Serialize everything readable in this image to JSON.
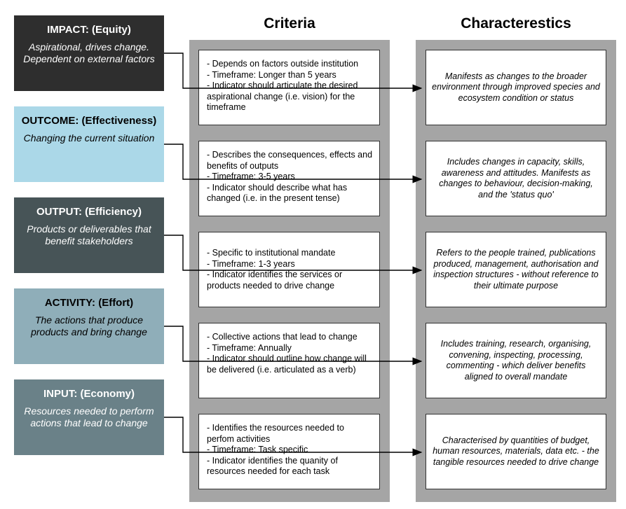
{
  "headers": {
    "criteria": "Criteria",
    "characteristics": "Characterestics"
  },
  "levels": [
    {
      "title": "IMPACT: (Equity)",
      "description": "Aspirational, drives change. Dependent on external factors",
      "color": "#2e2e2e",
      "criteria": [
        "- Depends on factors outside institution",
        "- Timeframe: Longer than 5 years",
        "- Indicator should articulate the desired aspirational change (i.e. vision) for the timeframe"
      ],
      "characteristics": "Manifests as changes to the broader environment through improved species and ecosystem condition or status"
    },
    {
      "title": "OUTCOME: (Effectiveness)",
      "description": "Changing the current situation",
      "color": "#abd8e8",
      "criteria": [
        "- Describes the consequences, effects and benefits of outputs",
        "- Timeframe: 3-5 years",
        "- Indicator should describe what has changed (i.e. in the present tense)"
      ],
      "characteristics": "Includes changes in capacity, skills, awareness and attitudes. Manifests as changes to behaviour, decision-making, and the 'status quo'"
    },
    {
      "title": "OUTPUT: (Efficiency)",
      "description": "Products or deliverables that benefit stakeholders",
      "color": "#475457",
      "criteria": [
        "- Specific to institutional mandate",
        "- Timeframe: 1-3 years",
        "- Indicator identifies the services or products needed to drive change"
      ],
      "characteristics": "Refers to the people trained, publications produced, management, authorisation and inspection structures - without reference to their ultimate purpose"
    },
    {
      "title": "ACTIVITY: (Effort)",
      "description": "The actions that produce products and bring change",
      "color": "#8faeb9",
      "criteria": [
        "- Collective actions that lead to change",
        "- Timeframe: Annually",
        "- Indicator should outline how change will be delivered (i.e. articulated as a verb)"
      ],
      "characteristics": "Includes training, research, organising, convening, inspecting, processing, commenting - which deliver benefits aligned to overall mandate"
    },
    {
      "title": "INPUT: (Economy)",
      "description": "Resources needed to perform actions that lead to change",
      "color": "#6a8188",
      "criteria": [
        "- Identifies the resources needed to perfom activities",
        "- Timeframe: Task specific",
        "- Indicator identifies the quanity of resources needed for each task"
      ],
      "characteristics": "Characterised by quantities of budget, human resources, materials, data etc. - the tangible resources needed to drive change"
    }
  ]
}
